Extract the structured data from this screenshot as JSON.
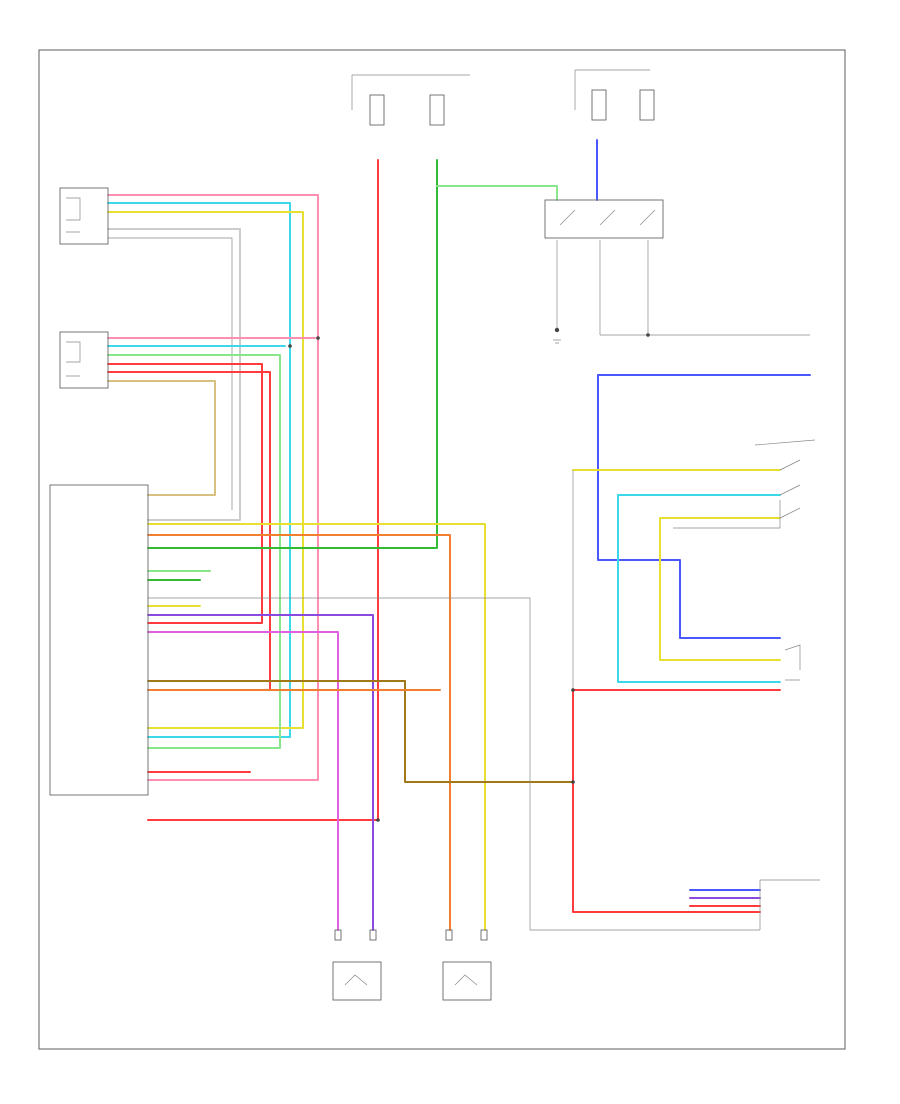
{
  "diagram": {
    "footer": "",
    "components": [
      {
        "id": "c1",
        "label": []
      },
      {
        "id": "c2",
        "label": []
      },
      {
        "id": "c3",
        "label": []
      },
      {
        "id": "c4",
        "label": []
      },
      {
        "id": "c5",
        "label": []
      },
      {
        "id": "c6",
        "label": []
      },
      {
        "id": "c7",
        "label": []
      },
      {
        "id": "c8",
        "label": []
      },
      {
        "id": "c9",
        "label": []
      },
      {
        "id": "c10",
        "label": []
      },
      {
        "id": "c11",
        "label": []
      }
    ],
    "control_unit": {
      "label": "",
      "pins": []
    }
  },
  "colors": {
    "pink": "#ff8fb0",
    "red": "#ff3b3b",
    "lightgreen": "#8ae68a",
    "green": "#33bb33",
    "blue": "#4a58ff",
    "lightblue": "#3ad8e8",
    "yellow": "#e8e030",
    "orange": "#f08030",
    "brown": "#a07818",
    "white": "#cccccc",
    "gray": "#999999",
    "magenta": "#e060e0",
    "violet": "#8a4ae0",
    "tan": "#d8c080"
  }
}
